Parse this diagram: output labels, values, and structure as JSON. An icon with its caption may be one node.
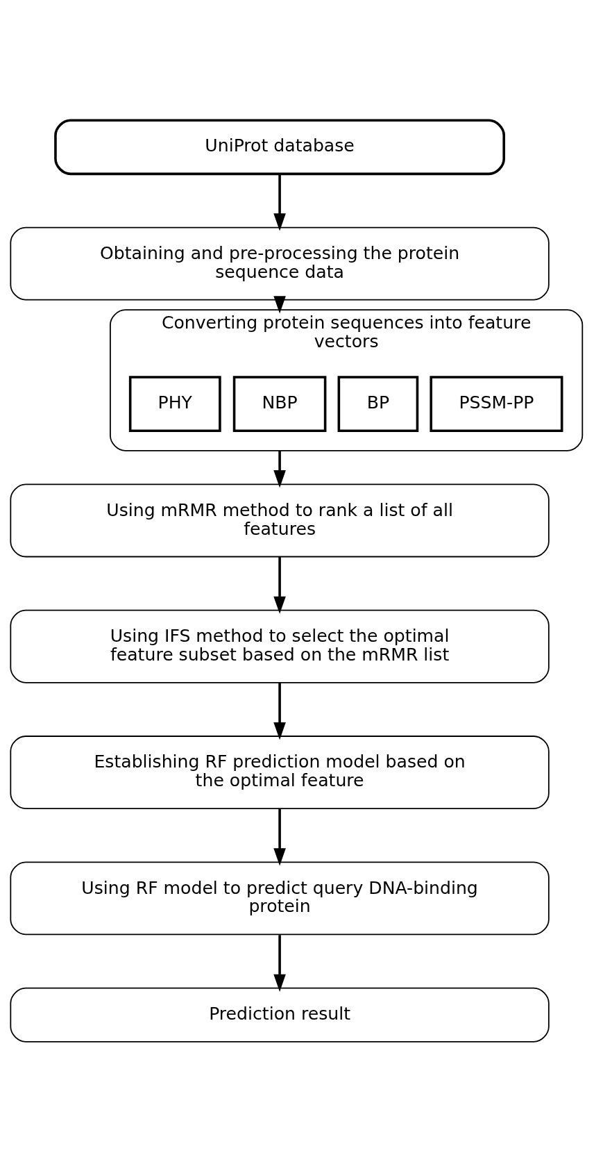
{
  "diagram": {
    "nodes": [
      {
        "text": [
          "UniProt database"
        ]
      },
      {
        "text": [
          "Obtaining and pre-processing the protein sequence data"
        ]
      },
      {
        "text": [
          "Converting protein sequences into feature vectors"
        ]
      },
      {
        "text": [
          "PSSM-PP"
        ],
        "in": 2
      },
      {
        "text": [
          "BP"
        ],
        "in": 2
      },
      {
        "text": [
          "NBP"
        ],
        "in": 2
      },
      {
        "text": [
          "PHY"
        ],
        "in": 2
      },
      {
        "text": [
          "Using mRMR method to rank a list of all features"
        ]
      },
      {
        "text": [
          "Using IFS method to select the optimal feature subset based on the mRMR list"
        ]
      },
      {
        "text": [
          "Establishing RF prediction model based on the optimal feature"
        ]
      },
      {
        "text": [
          "Using RF model to predict query DNA-binding protein"
        ]
      },
      {
        "text": [
          "Prediction result"
        ]
      }
    ],
    "edges": [
      {
        "from": 0,
        "to": 1,
        "arrow": "to"
      },
      {
        "from": 1,
        "to": 2,
        "arrow": "to"
      },
      {
        "from": 2,
        "to": 7,
        "arrow": "to"
      },
      {
        "from": 7,
        "to": 8,
        "arrow": "to"
      },
      {
        "from": 8,
        "to": 9,
        "arrow": "to"
      },
      {
        "from": 9,
        "to": 10,
        "arrow": "to"
      },
      {
        "from": 10,
        "to": 11,
        "arrow": "to"
      }
    ]
  }
}
